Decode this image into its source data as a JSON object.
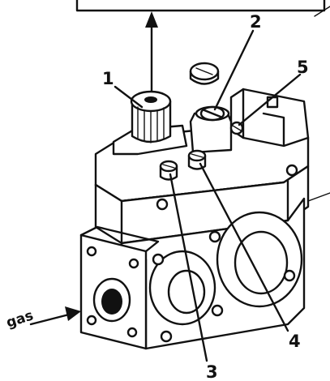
{
  "diagram": {
    "gas_label": "gas",
    "callouts": [
      {
        "id": "1",
        "label": "1"
      },
      {
        "id": "2",
        "label": "2"
      },
      {
        "id": "3",
        "label": "3"
      },
      {
        "id": "4",
        "label": "4"
      },
      {
        "id": "5",
        "label": "5"
      }
    ]
  },
  "colors": {
    "ink": "#111111",
    "background": "#ffffff"
  }
}
